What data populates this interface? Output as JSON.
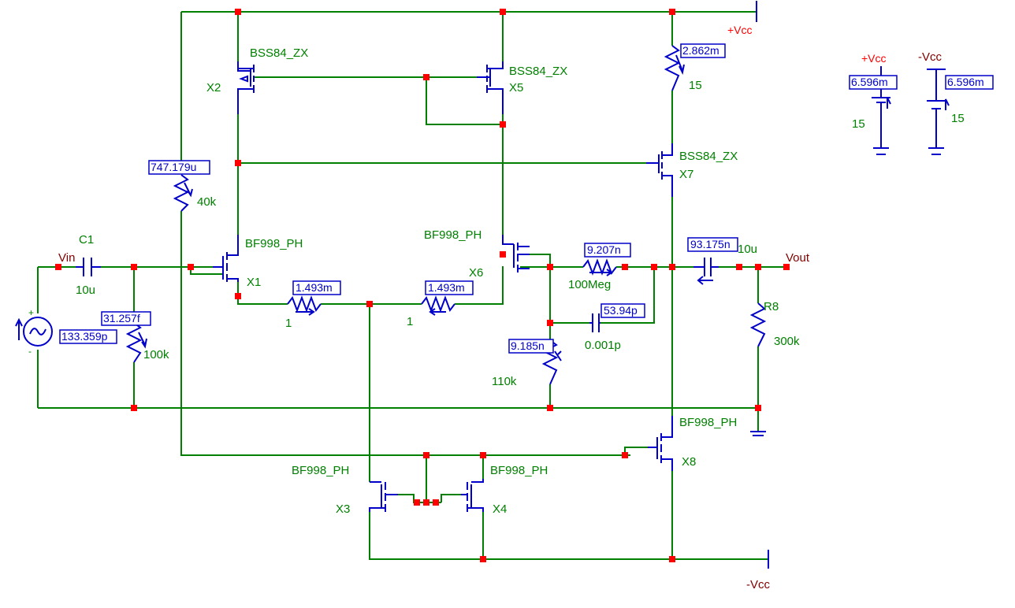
{
  "colors": {
    "wire": "#008000",
    "device": "#0000c8",
    "node": "#ff0000",
    "net_label": "#800000",
    "supply_label": "#ff0000"
  },
  "nets": {
    "vin": "Vin",
    "vout": "Vout",
    "vcc_pos": "+Vcc",
    "vcc_neg": "-Vcc"
  },
  "supply": {
    "pos_label": "+Vcc",
    "neg_label": "-Vcc",
    "pos_value": "15",
    "neg_value": "15"
  },
  "components": {
    "x1": {
      "name": "X1",
      "model": "BF998_PH"
    },
    "x2": {
      "name": "X2",
      "model": "BSS84_ZX"
    },
    "x3": {
      "name": "X3",
      "model": "BF998_PH"
    },
    "x4": {
      "name": "X4",
      "model": "BF998_PH"
    },
    "x5": {
      "name": "X5",
      "model": "BSS84_ZX"
    },
    "x6": {
      "name": "X6",
      "model": "BF998_PH"
    },
    "x7": {
      "name": "X7",
      "model": "BSS84_ZX"
    },
    "x8": {
      "name": "X8",
      "model": "BF998_PH"
    },
    "c1": {
      "name": "C1",
      "value": "10u"
    },
    "r8": {
      "name": "R8",
      "value": "300k"
    },
    "r_bias": {
      "value": "40k"
    },
    "r_in": {
      "value": "100k"
    },
    "r_src1": {
      "value": "1"
    },
    "r_src2": {
      "value": "1"
    },
    "r_fb": {
      "value": "100Meg"
    },
    "r_gnd": {
      "value": "110k"
    },
    "c_comp": {
      "value": "0.001p"
    },
    "c_out": {
      "value": "10u"
    },
    "vcc_top": {
      "value": "15"
    }
  },
  "meters": {
    "vcc_top": "2.862m",
    "r_bias": "747.179u",
    "r_in": "31.257f",
    "source": "133.359p",
    "r_src1": "1.493m",
    "r_src2": "1.493m",
    "r_fb": "9.207n",
    "c_comp": "53.94p",
    "r_gnd": "9.185n",
    "c_out": "93.175n",
    "supply_pos": "6.596m",
    "supply_neg": "6.596m"
  }
}
